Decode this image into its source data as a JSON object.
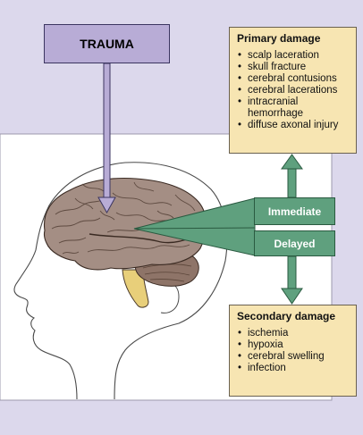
{
  "trauma_label": "TRAUMA",
  "primary": {
    "title": "Primary damage",
    "items": [
      "scalp laceration",
      "skull fracture",
      "cerebral contusions",
      "cerebral lacerations",
      "intracranial hemorrhage",
      "diffuse axonal injury"
    ]
  },
  "secondary": {
    "title": "Secondary damage",
    "items": [
      "ischemia",
      "hypoxia",
      "cerebral swelling",
      "infection"
    ]
  },
  "immediate_label": "Immediate",
  "delayed_label": "Delayed",
  "colors": {
    "background": "#dcd8ec",
    "trauma_box": "#b8acd6",
    "info_box": "#f7e5b2",
    "tag": "#5fa07e",
    "brain": "#a48e84",
    "cerebellum": "#8e7468",
    "brainstem": "#e8cf7a"
  }
}
